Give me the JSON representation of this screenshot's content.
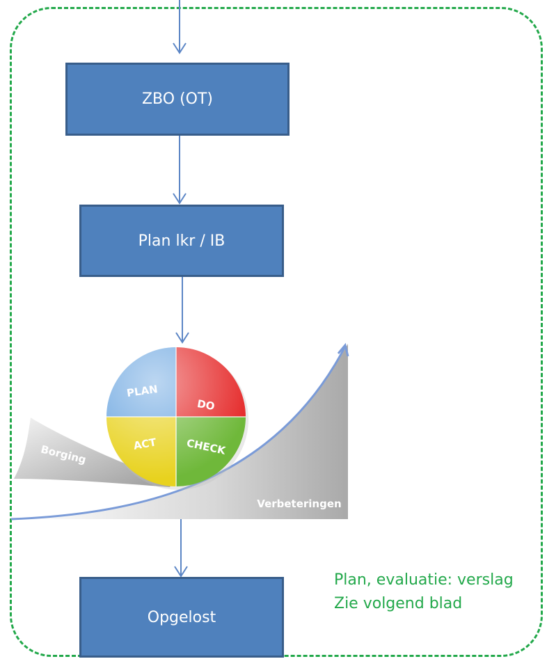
{
  "boxes": {
    "zbo": "ZBO (OT)",
    "plan": "Plan lkr / IB",
    "opgelost": "Opgelost"
  },
  "pdca": {
    "plan": "PLAN",
    "do": "DO",
    "act": "ACT",
    "check": "CHECK",
    "borging": "Borging",
    "verbeteringen": "Verbeteringen"
  },
  "note": {
    "line1": "Plan, evaluatie: verslag",
    "line2": "Zie volgend blad"
  },
  "colors": {
    "frame": "#22a84a",
    "box_fill": "#4f81bd",
    "box_border": "#385d8a",
    "arrow": "#5b85c5",
    "plan": "#6aa5e0",
    "do": "#e52a2a",
    "act": "#e8d21e",
    "check": "#6fb83a"
  }
}
